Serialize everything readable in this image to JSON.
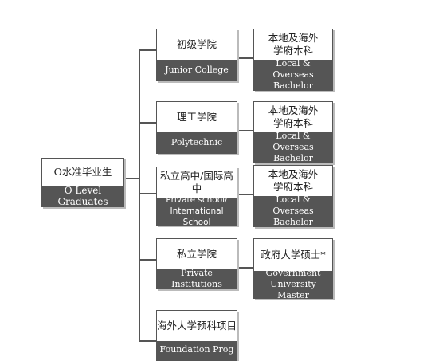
{
  "root": {
    "top": "O水准毕业生",
    "bottom": "O Level Graduates"
  },
  "paths": [
    {
      "top": "初级学院",
      "bottom": "Junior College",
      "dest_top": "本地及海外\n学府本科",
      "dest_bottom": "Local & Overseas\nBachelor"
    },
    {
      "top": "理工学院",
      "bottom": "Polytechnic",
      "dest_top": "本地及海外\n学府本科",
      "dest_bottom": "Local & Overseas\nBachelor"
    },
    {
      "top": "私立高中/国际高中",
      "bottom": "Private school/\nInternational School",
      "dest_top": "本地及海外\n学府本科",
      "dest_bottom": "Local & Overseas\nBachelor"
    },
    {
      "top": "私立学院",
      "bottom": "Private Institutions",
      "dest_top": "政府大学硕士*",
      "dest_bottom": "Government\nUniversity Master"
    },
    {
      "top": "海外大学预科项目",
      "bottom": "Foundation Prog"
    }
  ]
}
